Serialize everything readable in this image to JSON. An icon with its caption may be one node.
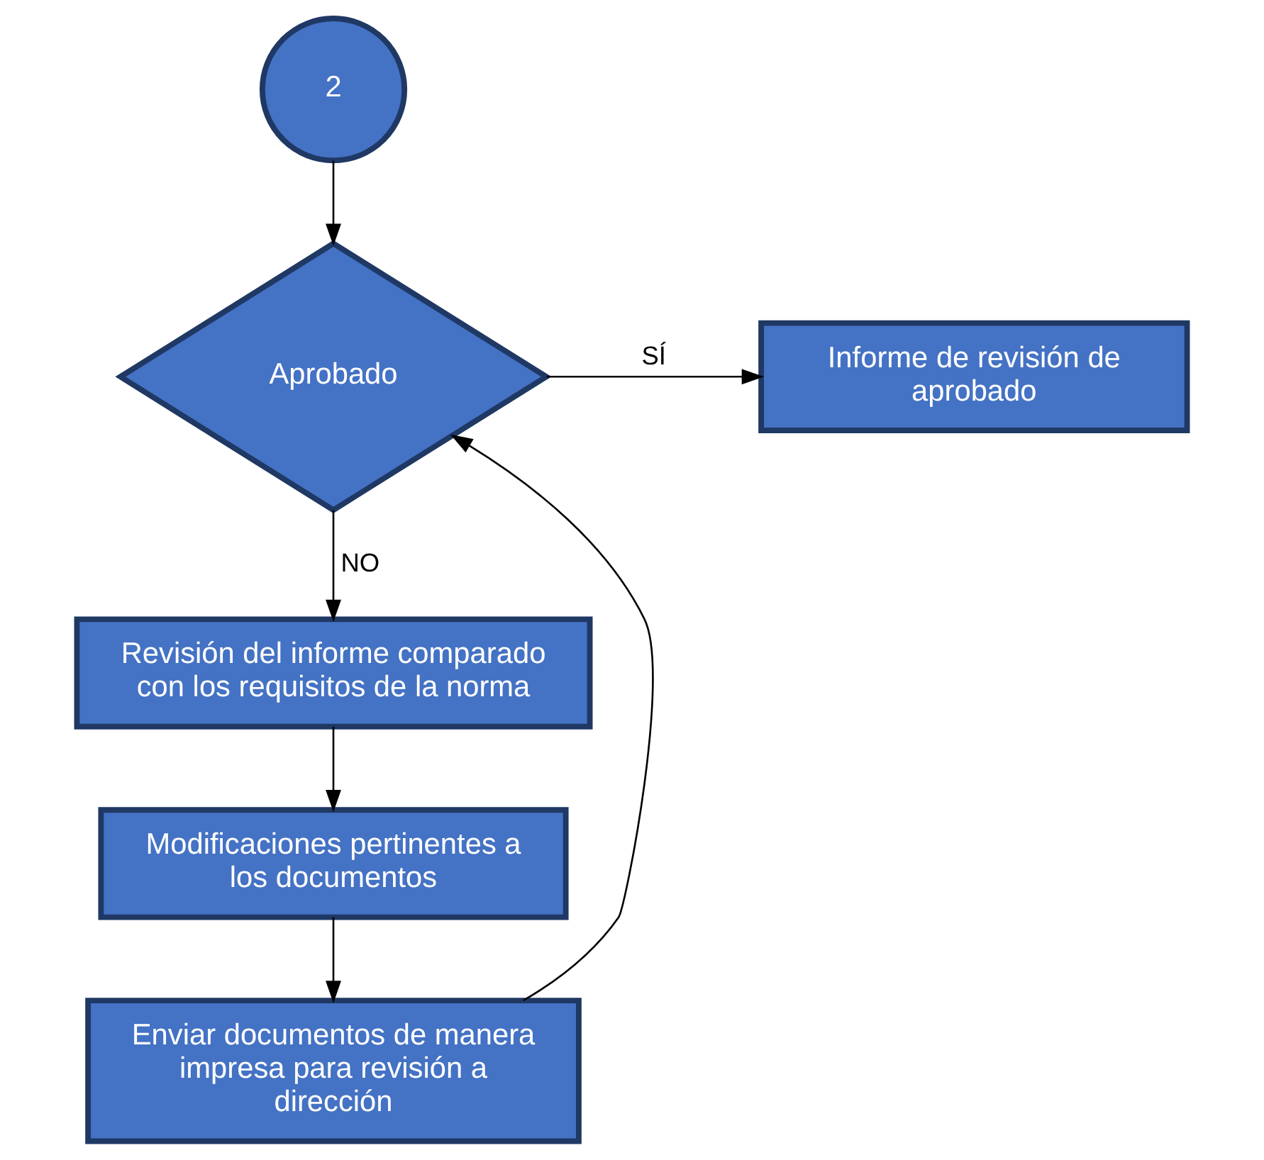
{
  "diagram": {
    "nodes": [
      {
        "text": [
          "2"
        ]
      },
      {
        "text": [
          "Aprobado"
        ]
      },
      {
        "text": [
          "Informe de revisión de aprobado"
        ]
      },
      {
        "text": [
          "Revisión del informe comparado con los requisitos de la norma"
        ]
      },
      {
        "text": [
          "Modificaciones pertinentes a los documentos"
        ]
      },
      {
        "text": [
          "Enviar documentos de manera impresa para revisión a dirección"
        ]
      }
    ],
    "edges": [
      {
        "from": 0,
        "to": 1,
        "arrow": "to"
      },
      {
        "from": 1,
        "to": 2,
        "arrow": "to",
        "label": "SÍ"
      },
      {
        "from": 1,
        "to": 3,
        "arrow": "to",
        "label": "NO"
      },
      {
        "from": 3,
        "to": 4,
        "arrow": "to"
      },
      {
        "from": 4,
        "to": 5,
        "arrow": "to"
      },
      {
        "from": 5,
        "to": 1,
        "arrow": "to"
      }
    ]
  }
}
